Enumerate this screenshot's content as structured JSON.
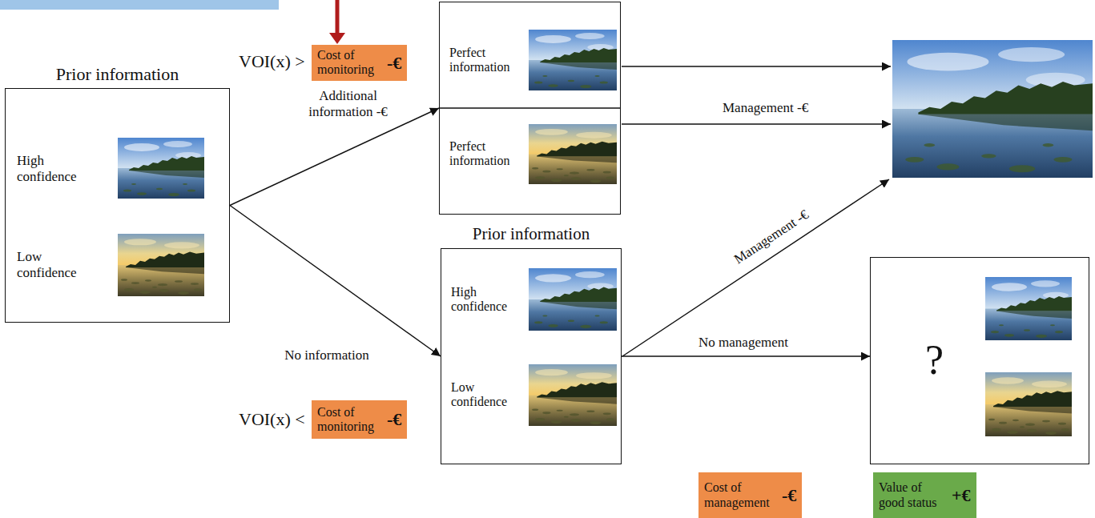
{
  "diagram": {
    "nodes": [
      {
        "text": [
          "Cost of monitoring",
          "-€"
        ]
      },
      {
        "text": [
          "Prior information",
          "High confidence",
          "Low confidence"
        ]
      },
      {
        "text": [
          "Perfect information",
          "Perfect information"
        ]
      },
      {
        "text": [
          "Prior information",
          "High confidence",
          "Low confidence"
        ]
      },
      {
        "text": [
          "Cost of monitoring",
          "-€"
        ]
      },
      {
        "text": [
          "?"
        ]
      },
      {
        "text": [
          "Cost of management",
          "-€"
        ]
      },
      {
        "text": [
          "Value of good status",
          "+€"
        ]
      }
    ],
    "edges": [
      {
        "from": 1,
        "to": 2,
        "label": "Additional information -€",
        "arrow": "to"
      },
      {
        "from": 1,
        "to": 3,
        "label": "No information",
        "arrow": "to"
      },
      {
        "from": 3,
        "to": 5,
        "label": "No management",
        "arrow": "to"
      }
    ],
    "labels": [
      "VOI(x) >",
      "Management -€",
      "Management -€",
      "VOI(x) <"
    ]
  }
}
